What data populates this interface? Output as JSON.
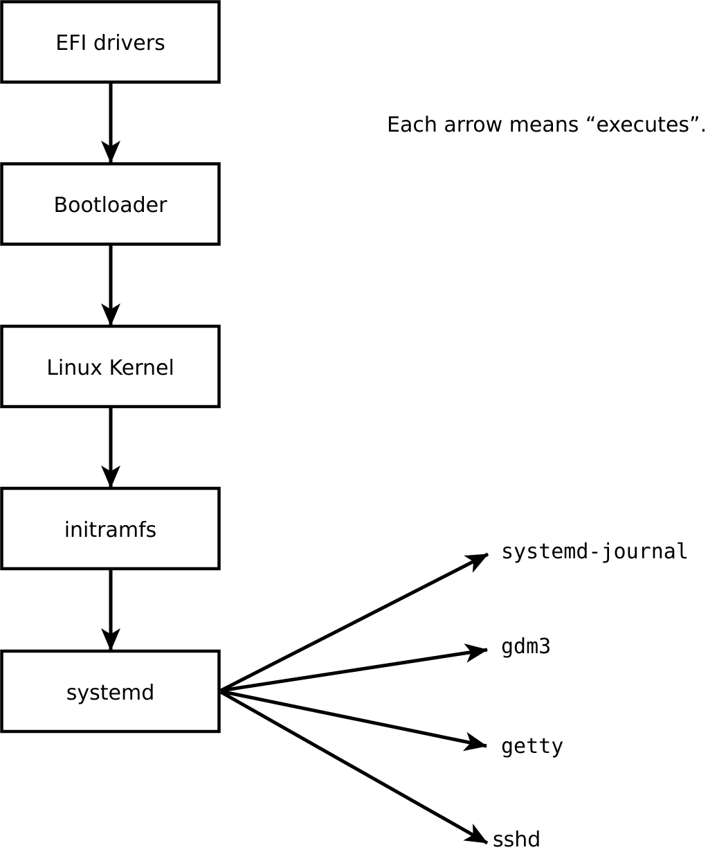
{
  "diagram": {
    "caption": "Each arrow means “executes”.",
    "nodes": [
      {
        "id": "efi-drivers",
        "label": "EFI drivers"
      },
      {
        "id": "bootloader",
        "label": "Bootloader"
      },
      {
        "id": "linux-kernel",
        "label": "Linux Kernel"
      },
      {
        "id": "initramfs",
        "label": "initramfs"
      },
      {
        "id": "systemd",
        "label": "systemd"
      }
    ],
    "spawned_processes": [
      {
        "id": "systemd-journal",
        "label": "systemd-journal"
      },
      {
        "id": "gdm3",
        "label": "gdm3"
      },
      {
        "id": "getty",
        "label": "getty"
      },
      {
        "id": "sshd",
        "label": "sshd"
      }
    ],
    "colors": {
      "line": "#000000",
      "background": "#ffffff",
      "box_fill": "#ffffff"
    }
  }
}
